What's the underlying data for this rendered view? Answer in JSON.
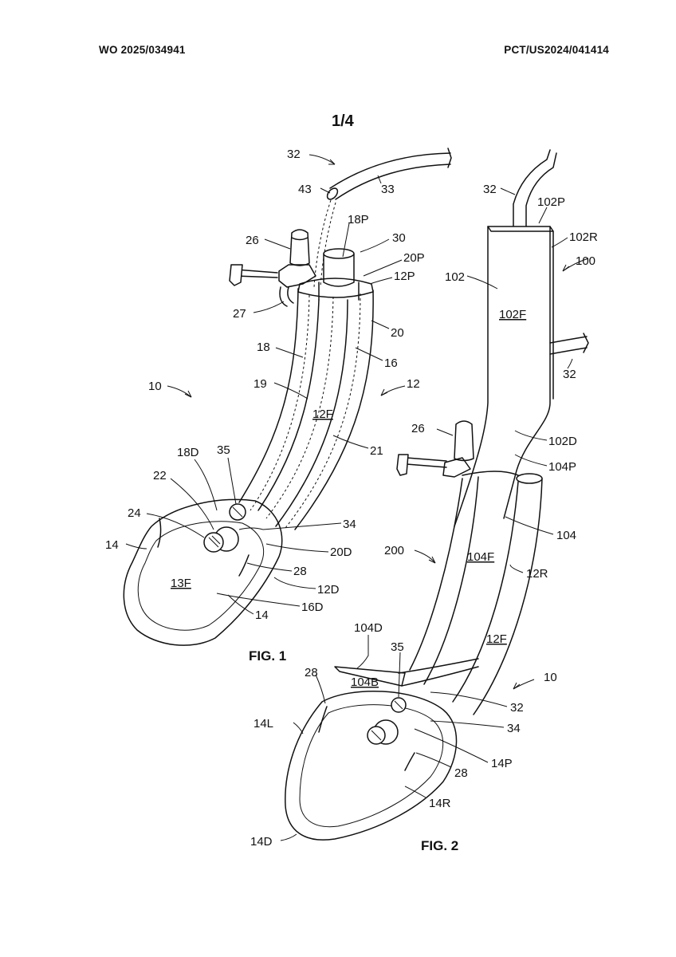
{
  "header": {
    "publication_number": "WO 2025/034941",
    "application_number": "PCT/US2024/041414",
    "sheet": "1/4"
  },
  "figures": {
    "fig1": {
      "caption": "FIG. 1",
      "labels": [
        "32",
        "43",
        "33",
        "18P",
        "30",
        "26",
        "20P",
        "12P",
        "27",
        "18",
        "16",
        "20",
        "10",
        "19",
        "12",
        "12F",
        "21",
        "18D",
        "35",
        "22",
        "24",
        "34",
        "14",
        "20D",
        "28",
        "13F",
        "12D",
        "16D",
        "14"
      ]
    },
    "fig2": {
      "caption": "FIG. 2",
      "labels": [
        "32",
        "102P",
        "102R",
        "100",
        "102",
        "102F",
        "32",
        "26",
        "102D",
        "104P",
        "104",
        "200",
        "104F",
        "12R",
        "104D",
        "35",
        "12F",
        "10",
        "28",
        "104B",
        "32",
        "14L",
        "34",
        "14P",
        "28",
        "14R",
        "14D"
      ]
    }
  }
}
